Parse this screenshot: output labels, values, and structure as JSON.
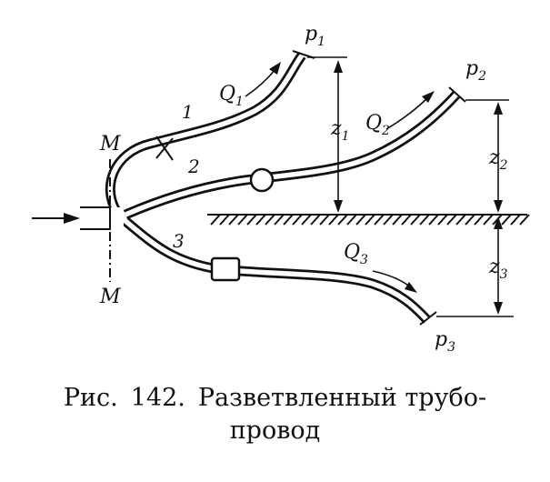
{
  "diagram": {
    "labels": {
      "p1": "p",
      "p1_sub": "1",
      "p2": "p",
      "p2_sub": "2",
      "p3": "p",
      "p3_sub": "3",
      "q1": "Q",
      "q1_sub": "1",
      "q2": "Q",
      "q2_sub": "2",
      "q3": "Q",
      "q3_sub": "3",
      "z1": "z",
      "z1_sub": "1",
      "z2": "z",
      "z2_sub": "2",
      "z3": "z",
      "z3_sub": "3",
      "m_top": "M",
      "m_bottom": "M",
      "point_1": "1",
      "point_2": "2",
      "point_3": "3"
    }
  },
  "caption": {
    "prefix": "Рис.",
    "number": "142.",
    "title_line1": "Разветвленный трубо-",
    "title_line2": "провод"
  }
}
